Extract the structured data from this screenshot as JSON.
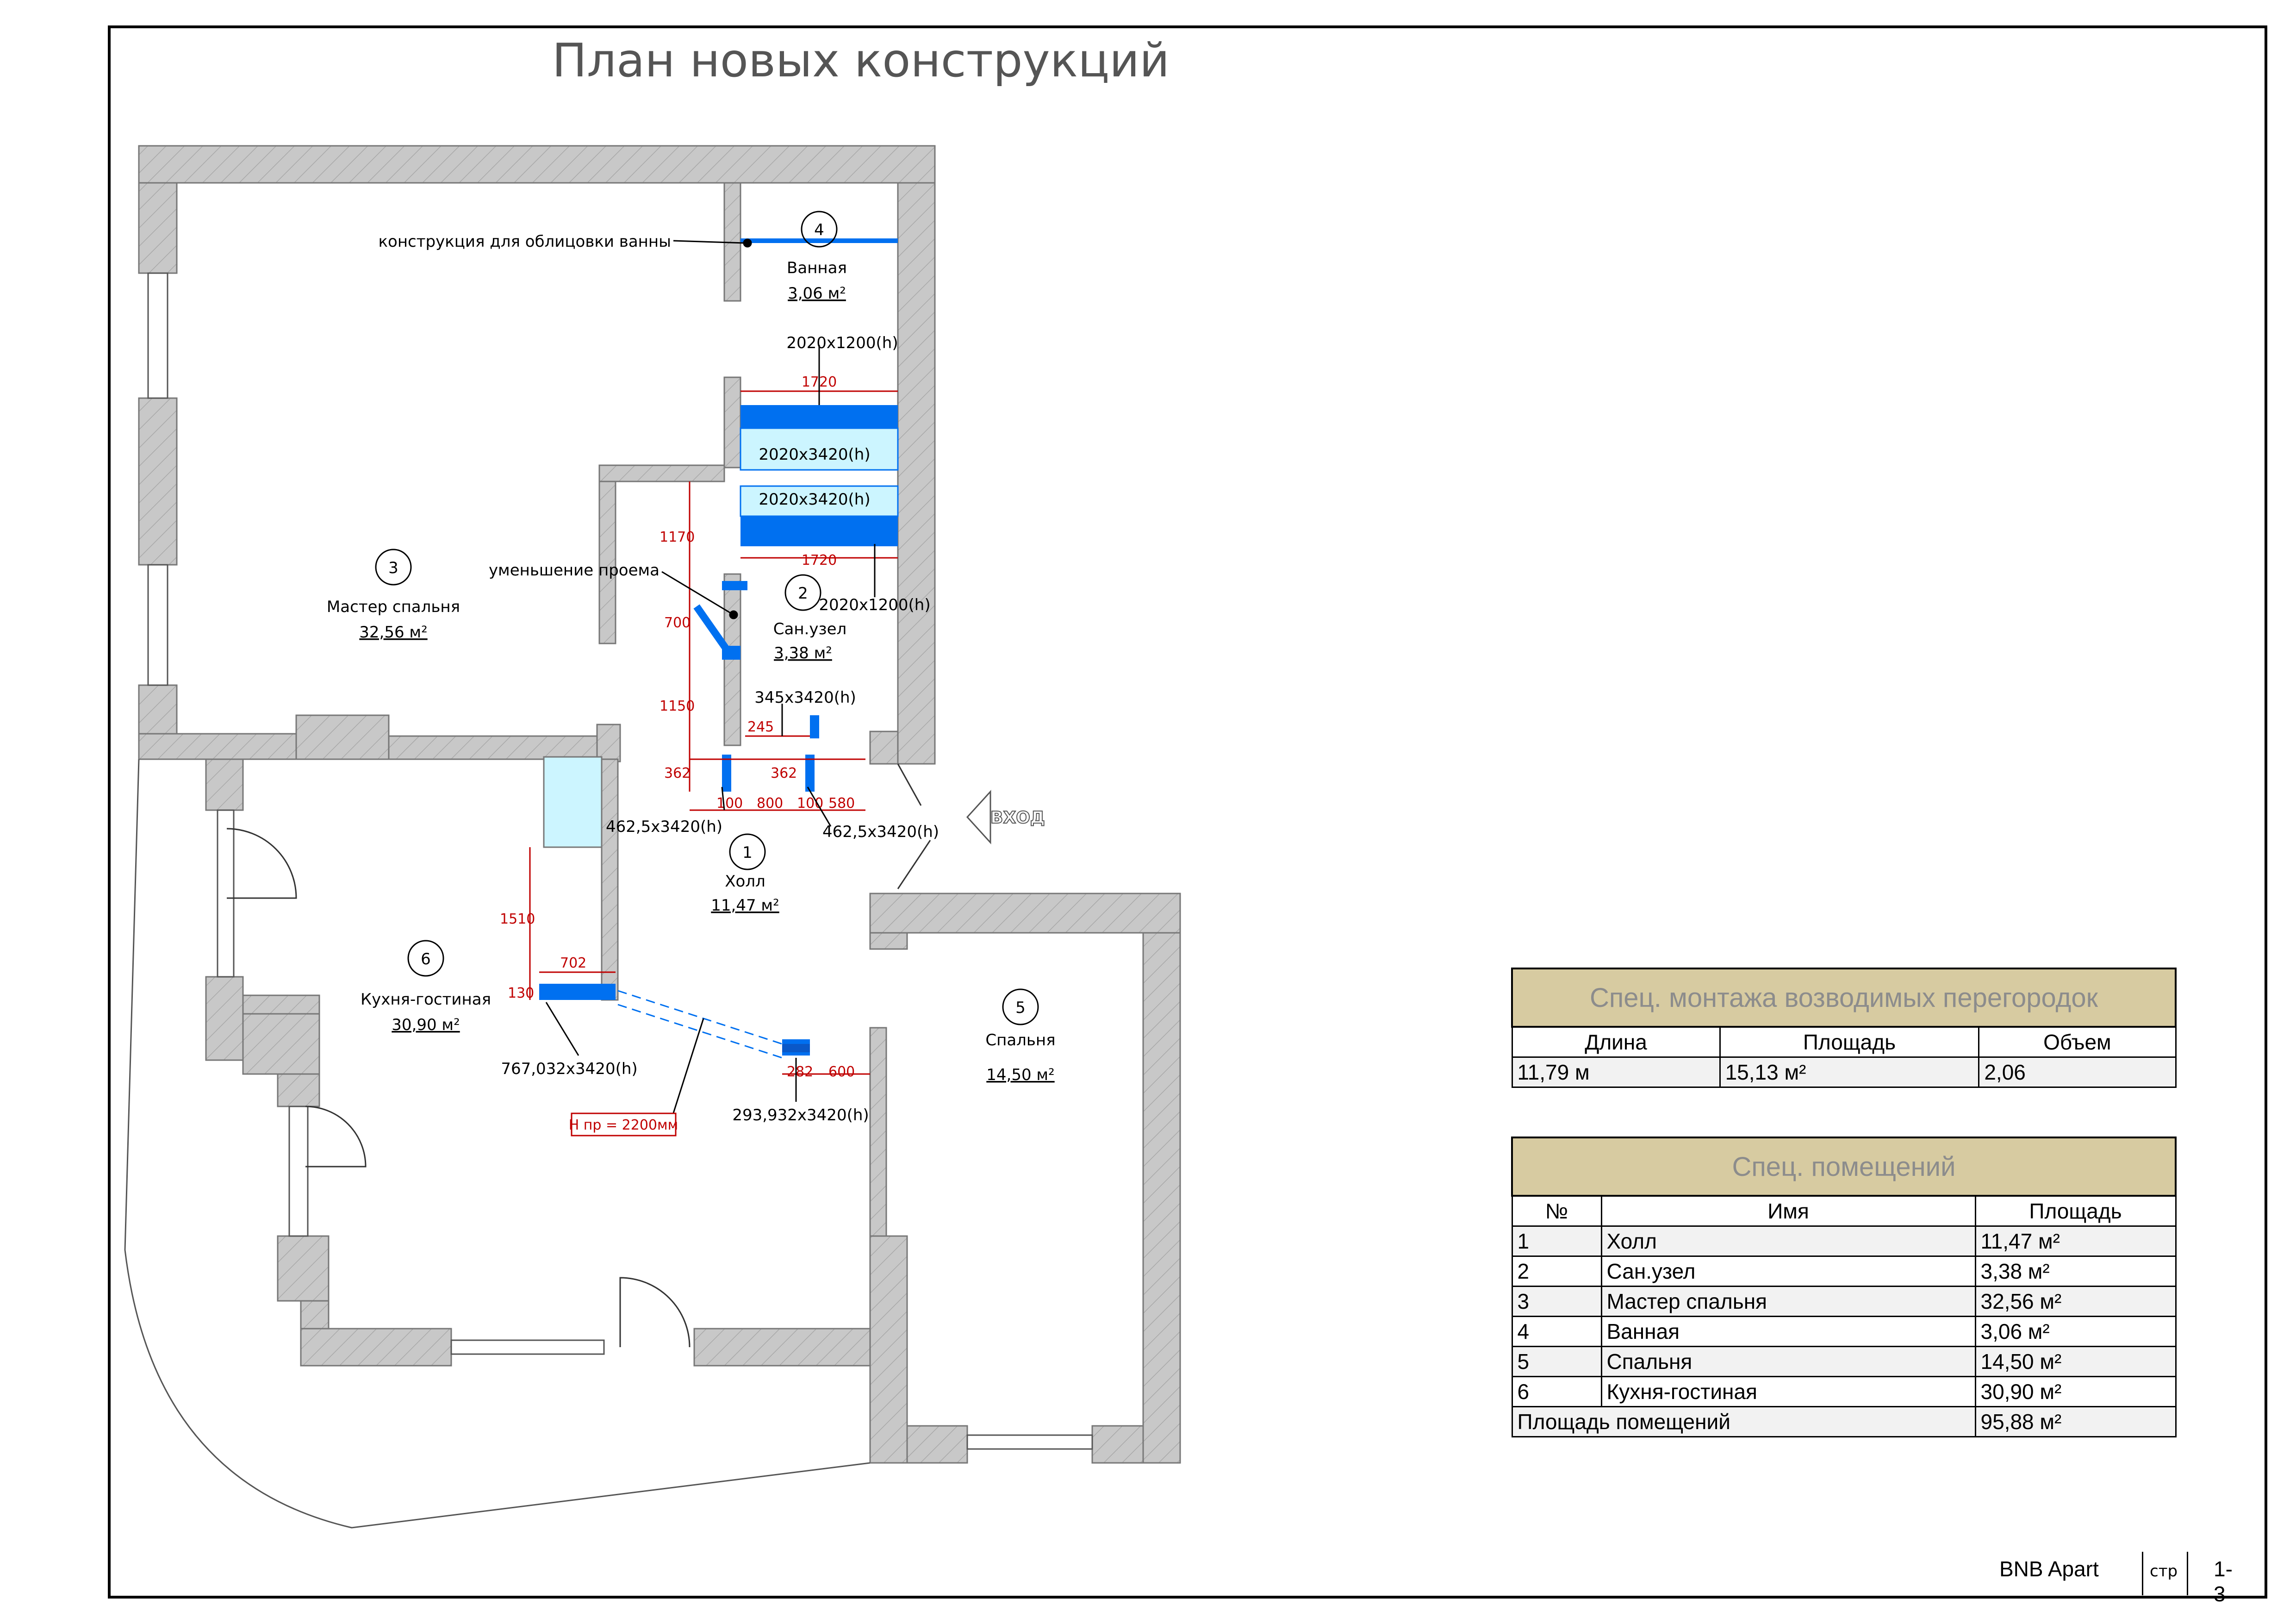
{
  "page": {
    "title": "План новых конструкций"
  },
  "rooms": [
    {
      "num": "1",
      "name": "Холл",
      "area": "11,47 м²"
    },
    {
      "num": "2",
      "name": "Сан.узел",
      "area": "3,38 м²"
    },
    {
      "num": "3",
      "name": "Мастер спальня",
      "area": "32,56 м²"
    },
    {
      "num": "4",
      "name": "Ванная",
      "area": "3,06 м²"
    },
    {
      "num": "5",
      "name": "Спальня",
      "area": "14,50 м²"
    },
    {
      "num": "6",
      "name": "Кухня-гостиная",
      "area": "30,90 м²"
    }
  ],
  "annotations": {
    "bath_frame": "конструкция для облицовки ванны",
    "opening_reduce": "уменьшение проема",
    "entrance": "ВХОД",
    "opening_height": "Н пр = 2200мм",
    "p1": "2020x1200(h)",
    "p2": "2020x3420(h)",
    "p3": "2020x3420(h)",
    "p4": "2020x1200(h)",
    "p5": "345x3420(h)",
    "p6": "462,5x3420(h)",
    "p7": "462,5x3420(h)",
    "p8": "767,032x3420(h)",
    "p9": "293,932x3420(h)"
  },
  "dimensions": {
    "d1720a": "1720",
    "d1720b": "1720",
    "d1170": "1170",
    "d700": "700",
    "d1150": "1150",
    "d362a": "362",
    "d362b": "362",
    "d245": "245",
    "d100a": "100",
    "d800": "800",
    "d100b": "100",
    "d580": "580",
    "d1510": "1510",
    "d702": "702",
    "d130": "130",
    "d282": "282",
    "d600": "600"
  },
  "spec_partitions": {
    "title": "Спец. монтажа возводимых перегородок",
    "headers": [
      "Длина",
      "Площадь",
      "Объем"
    ],
    "row": [
      "11,79 м",
      "15,13 м²",
      "2,06"
    ]
  },
  "spec_rooms": {
    "title": "Спец. помещений",
    "headers": [
      "№",
      "Имя",
      "Площадь"
    ],
    "rows": [
      [
        "1",
        "Холл",
        "11,47 м²"
      ],
      [
        "2",
        "Сан.узел",
        "3,38 м²"
      ],
      [
        "3",
        "Мастер спальня",
        "32,56 м²"
      ],
      [
        "4",
        "Ванная",
        "3,06 м²"
      ],
      [
        "5",
        "Спальня",
        "14,50 м²"
      ],
      [
        "6",
        "Кухня-гостиная",
        "30,90 м²"
      ]
    ],
    "total_label": "Площадь помещений",
    "total_value": "95,88 м²"
  },
  "title_block": {
    "project": "BNB Apart",
    "sheet_label": "стр",
    "sheet": "1-3"
  },
  "colors": {
    "new_partition": "#0070f0",
    "light_fill": "#ccf5ff",
    "dimension": "#c00000",
    "wall": "#c8c8c8"
  }
}
